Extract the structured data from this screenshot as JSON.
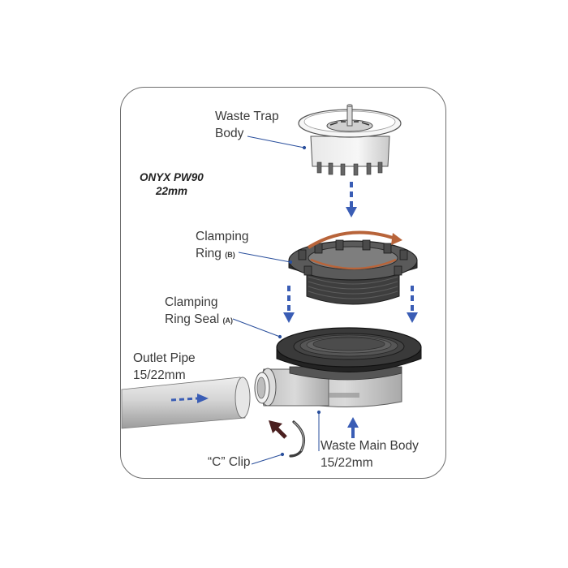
{
  "title": {
    "line1": "ONYX PW90",
    "line2": "22mm"
  },
  "labels": {
    "waste_trap_body": {
      "line1": "Waste Trap",
      "line2": "Body"
    },
    "clamping_ring": {
      "line1": "Clamping",
      "line2": "Ring",
      "tag": "(B)"
    },
    "clamping_ring_seal": {
      "line1": "Clamping",
      "line2": "Ring Seal",
      "tag": "(A)"
    },
    "outlet_pipe": {
      "line1": "Outlet Pipe",
      "line2": "15/22mm"
    },
    "c_clip": {
      "line1": "“C” Clip"
    },
    "waste_main_body": {
      "line1": "Waste Main Body",
      "line2": "15/22mm"
    }
  },
  "colors": {
    "arrow_blue": "#3a5db5",
    "rotation_arrow": "#b8643a",
    "clip_arrow": "#4a1f1f",
    "leader_line": "#2a4f9c",
    "frame": "#6e6e6e"
  }
}
